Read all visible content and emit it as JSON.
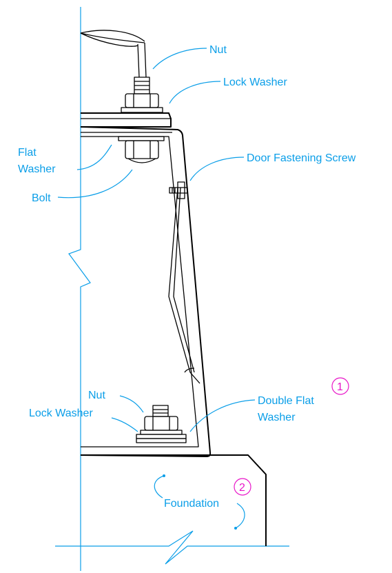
{
  "labels": {
    "nut_top": "Nut",
    "lock_washer_top": "Lock Washer",
    "flat_washer_line1": "Flat",
    "flat_washer_line2": "Washer",
    "bolt": "Bolt",
    "door_fastening_screw": "Door Fastening Screw",
    "nut_bottom": "Nut",
    "lock_washer_bottom": "Lock Washer",
    "double_flat_washer_line1": "Double Flat",
    "double_flat_washer_line2": "Washer",
    "foundation": "Foundation"
  },
  "callouts": {
    "note_1": "1",
    "note_2": "2"
  },
  "colors": {
    "label": "#0a9ee8",
    "callout": "#e815c8",
    "drawing": "#000000"
  }
}
